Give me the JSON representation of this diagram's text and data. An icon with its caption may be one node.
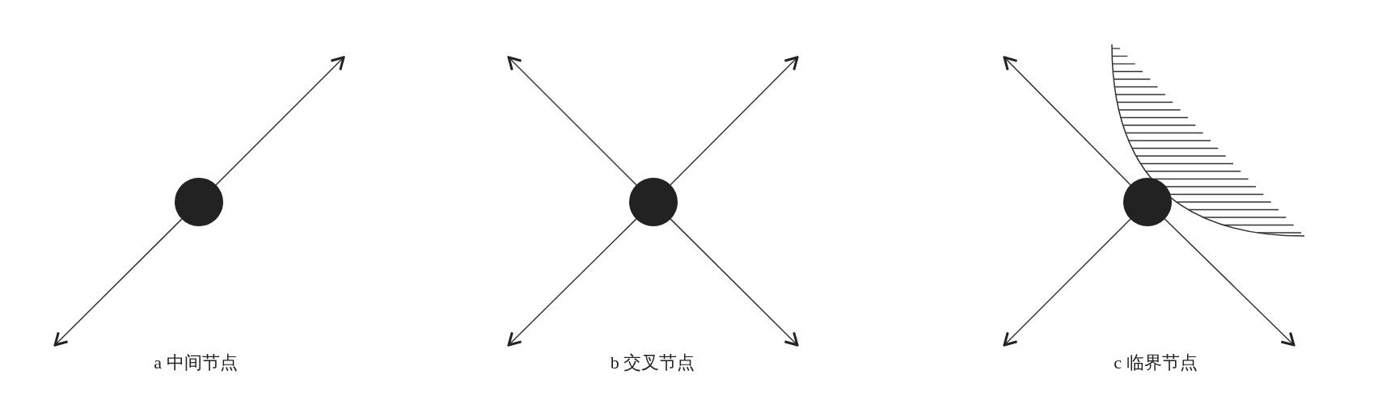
{
  "diagram": {
    "nodes": [
      {
        "text": [],
        "shape": "circle"
      },
      {
        "text": [],
        "shape": "circle"
      },
      {
        "text": [],
        "shape": "circle"
      }
    ],
    "edges": [
      {
        "from": 0,
        "to": null,
        "arrow": "to"
      },
      {
        "from": 0,
        "to": null,
        "arrow": "to"
      },
      {
        "from": 1,
        "to": null,
        "arrow": "to"
      },
      {
        "from": 1,
        "to": null,
        "arrow": "to"
      },
      {
        "from": 1,
        "to": null,
        "arrow": "to"
      },
      {
        "from": 1,
        "to": null,
        "arrow": "to"
      },
      {
        "from": 2,
        "to": null,
        "arrow": "to"
      },
      {
        "from": 2,
        "to": null,
        "arrow": "to"
      },
      {
        "from": 2,
        "to": null,
        "arrow": "to"
      }
    ],
    "labels": [
      "a 中间节点",
      "b 交叉节点",
      "c 临界节点"
    ]
  }
}
